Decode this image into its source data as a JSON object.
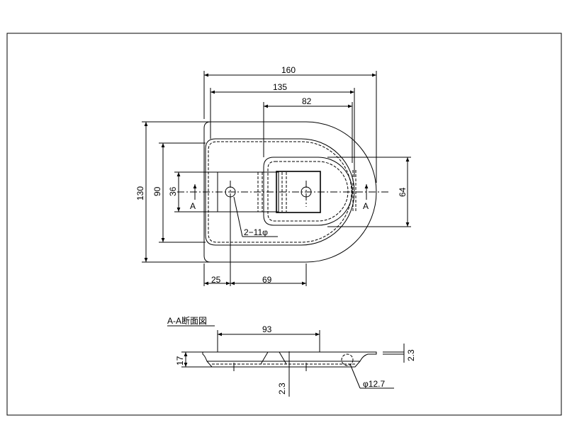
{
  "plan_view": {
    "dim_overall_width": "160",
    "dim_inner_width": "135",
    "dim_recess_width": "82",
    "dim_overall_height": "130",
    "dim_inner_height": "90",
    "dim_slot_height": "36",
    "dim_recess_height": "64",
    "dim_left_offset": "25",
    "dim_hole_pitch": "69",
    "hole_callout": "2−11φ",
    "section_mark": "A"
  },
  "section_view": {
    "title": "A-A断面図",
    "dim_length": "93",
    "dim_depth": "17",
    "dim_thickness_bottom": "2.3",
    "dim_thickness_right": "2.3",
    "dim_ring_diameter": "φ12.7"
  }
}
